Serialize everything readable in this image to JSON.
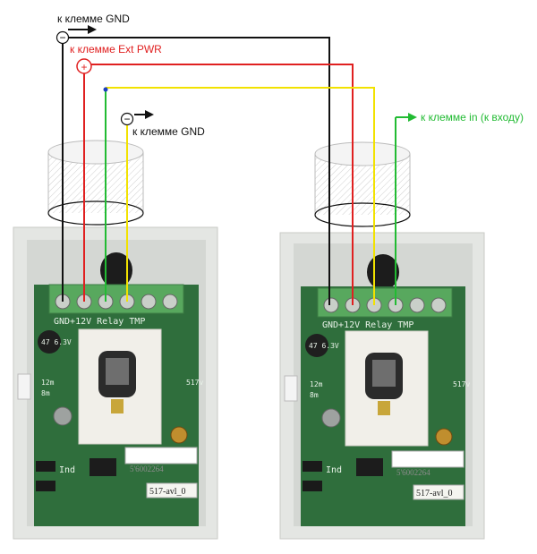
{
  "labels": {
    "gnd_top": "к клемме GND",
    "ext_pwr": "к клемме Ext PWR",
    "gnd_mid": "к клемме GND",
    "in_input": "к клемме in (к входу)"
  },
  "symbols": {
    "minus": "−",
    "plus": "+"
  },
  "board_text": {
    "terminal_labels": "GND+12V Relay  TMP",
    "mark_12m": "12m",
    "mark_8m": "8m",
    "mark_ind": "Ind",
    "mark_side": "517v",
    "cap_text": "47 6.3V",
    "serial": "5'6002264",
    "model": "517-avl_0"
  },
  "colors": {
    "gnd_wire": "#111111",
    "pwr_wire": "#e02020",
    "relay_wire": "#f2e200",
    "input_wire": "#22bb33",
    "pcb": "#2f6e3c",
    "terminal_block": "#58a85e"
  }
}
